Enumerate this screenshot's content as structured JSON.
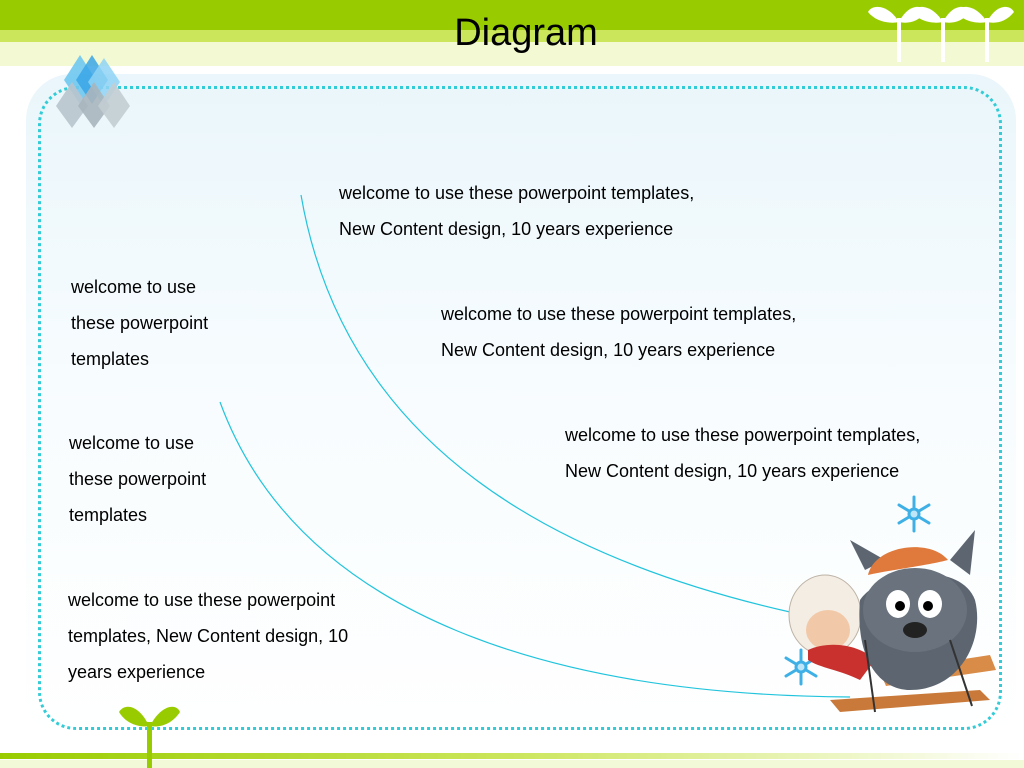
{
  "title": "Diagram",
  "colors": {
    "accent_green": "#99cc00",
    "light_green": "#cce65c",
    "curve_cyan": "#22c4dc",
    "dotted_border": "#33ccd6"
  },
  "icons": [
    "sprout-icon",
    "crystal-diamond-icon",
    "snowflake-icon",
    "cartoon-wolf-sheep-illustration"
  ],
  "blocks": [
    {
      "lines": [
        "welcome to use these powerpoint templates,",
        "New Content design, 10 years experience"
      ]
    },
    {
      "lines": [
        "welcome to use these powerpoint templates,",
        "New Content design, 10 years experience"
      ]
    },
    {
      "lines": [
        "welcome to use these powerpoint templates,",
        "New Content design, 10 years experience"
      ]
    },
    {
      "lines": [
        "welcome to use",
        "these powerpoint",
        "templates"
      ]
    },
    {
      "lines": [
        "welcome to use",
        "these powerpoint",
        "templates"
      ]
    },
    {
      "lines": [
        "welcome to use these powerpoint",
        "templates, New Content design, 10",
        "years experience"
      ]
    }
  ]
}
